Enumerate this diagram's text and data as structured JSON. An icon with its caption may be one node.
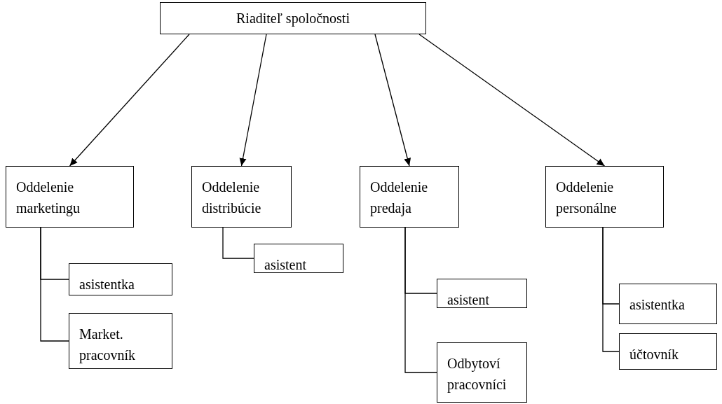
{
  "diagram": {
    "nodes": [
      {
        "text": [
          "Riaditeľ spoločnosti"
        ]
      },
      {
        "text": [
          "Oddelenie marketingu"
        ]
      },
      {
        "text": [
          "Oddelenie distribúcie"
        ]
      },
      {
        "text": [
          "Oddelenie predaja"
        ]
      },
      {
        "text": [
          "Oddelenie personálne"
        ]
      },
      {
        "text": [
          "asistentka"
        ]
      },
      {
        "text": [
          "Market. pracovník"
        ]
      },
      {
        "text": [
          "asistent"
        ]
      },
      {
        "text": [
          "asistent"
        ]
      },
      {
        "text": [
          "Odbytoví pracovníci"
        ]
      },
      {
        "text": [
          "asistentka"
        ]
      },
      {
        "text": [
          "účtovník"
        ]
      }
    ],
    "edges": [
      {
        "from": 0,
        "to": 1,
        "arrow": "to"
      },
      {
        "from": 0,
        "to": 2,
        "arrow": "to"
      },
      {
        "from": 0,
        "to": 3,
        "arrow": "to"
      },
      {
        "from": 0,
        "to": 4,
        "arrow": "to"
      },
      {
        "from": 1,
        "to": 5,
        "arrow": "none"
      },
      {
        "from": 1,
        "to": 6,
        "arrow": "none"
      },
      {
        "from": 2,
        "to": 7,
        "arrow": "none"
      },
      {
        "from": 3,
        "to": 8,
        "arrow": "none"
      },
      {
        "from": 3,
        "to": 9,
        "arrow": "none"
      },
      {
        "from": 4,
        "to": 10,
        "arrow": "none"
      },
      {
        "from": 4,
        "to": 11,
        "arrow": "none"
      }
    ]
  }
}
